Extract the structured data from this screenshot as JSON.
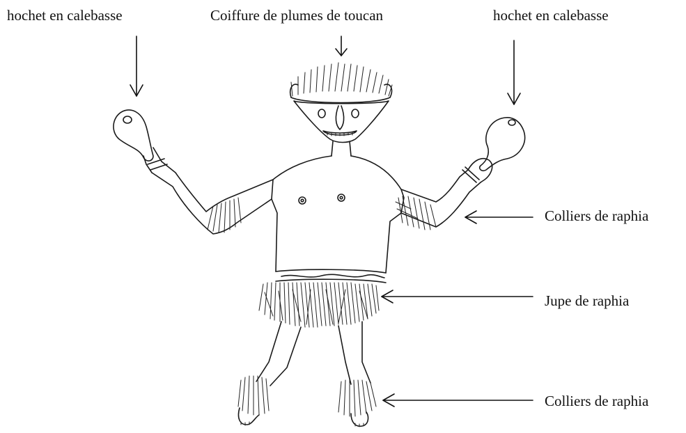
{
  "labels": {
    "rattle_left": "hochet en calebasse",
    "headdress": "Coiffure de plumes de toucan",
    "rattle_right": "hochet en calebasse",
    "arm_collars": "Colliers de raphia",
    "skirt": "Jupe de raphia",
    "ankle_collars": "Colliers de raphia"
  },
  "colors": {
    "ink": "#1a1a1a",
    "background": "#ffffff"
  }
}
